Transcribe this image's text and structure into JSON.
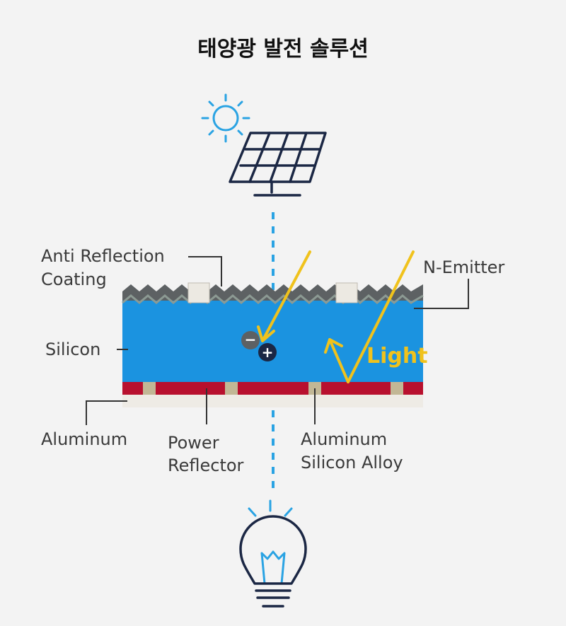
{
  "title": "태양광 발전 솔루션",
  "labels": {
    "anti_reflection_line1": "Anti Reflection",
    "anti_reflection_line2": "Coating",
    "n_emitter": "N-Emitter",
    "silicon": "Silicon",
    "aluminum": "Aluminum",
    "power_reflector_line1": "Power",
    "power_reflector_line2": "Reflector",
    "alloy_line1": "Aluminum",
    "alloy_line2": "Silicon Alloy",
    "light": "Light",
    "minus": "−",
    "plus": "+"
  },
  "colors": {
    "silicon_blue": "#1b93e0",
    "reflector_red": "#b8102e",
    "contact_tan": "#c2b795",
    "coating_gray": "#5d6163",
    "light_yellow": "#f0c21c",
    "icon_blue": "#2aa3e3",
    "navy": "#1b2744"
  },
  "icons": [
    "sun-icon",
    "solar-panel-icon",
    "light-bulb-icon"
  ]
}
